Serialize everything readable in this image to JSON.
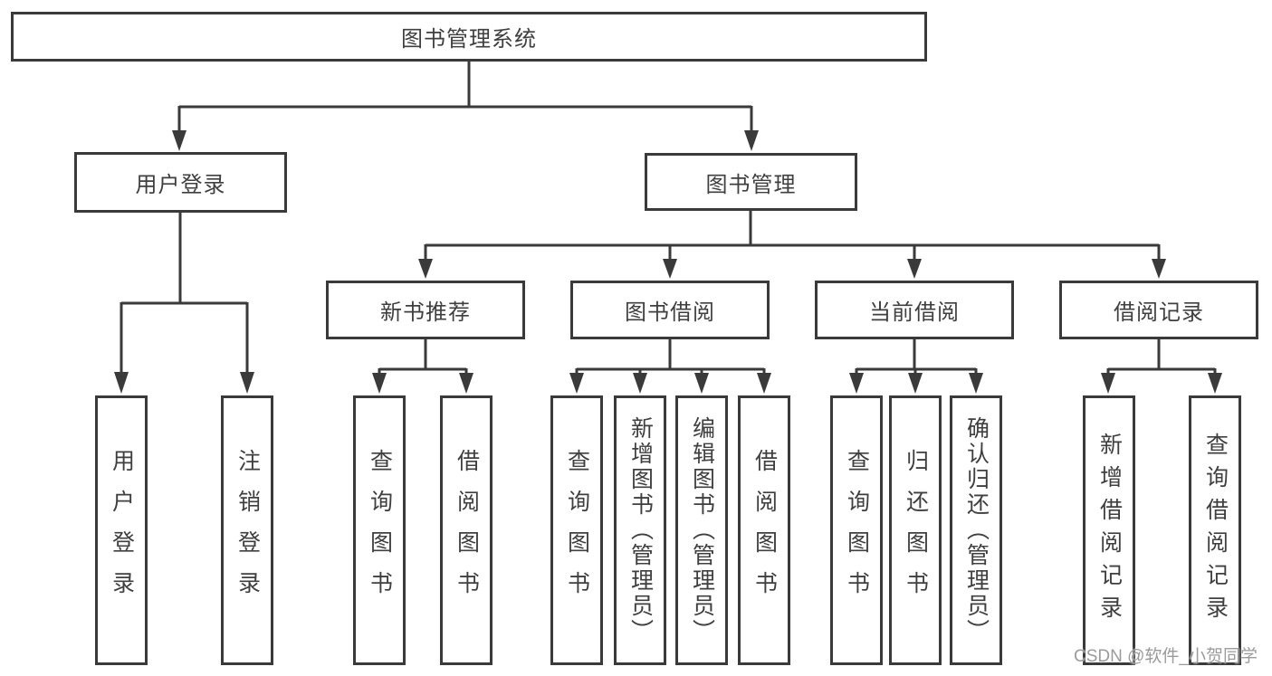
{
  "diagram": {
    "root": {
      "label": "图书管理系统"
    },
    "level2": {
      "user_login": {
        "label": "用户登录"
      },
      "book_management": {
        "label": "图书管理"
      }
    },
    "user_login_children": {
      "login": {
        "label": "用户登录"
      },
      "logout": {
        "label": "注销登录"
      }
    },
    "level3": {
      "new_book_recommend": {
        "label": "新书推荐"
      },
      "book_borrow": {
        "label": "图书借阅"
      },
      "current_borrow": {
        "label": "当前借阅"
      },
      "borrow_record": {
        "label": "借阅记录"
      }
    },
    "new_book_recommend_children": {
      "query_books": {
        "label": "查询图书"
      },
      "borrow_books": {
        "label": "借阅图书"
      }
    },
    "book_borrow_children": {
      "query_books": {
        "label": "查询图书"
      },
      "add_books": {
        "label": "新增图书（管理员）"
      },
      "edit_books": {
        "label": "编辑图书（管理员）"
      },
      "borrow_books": {
        "label": "借阅图书"
      }
    },
    "current_borrow_children": {
      "query_books": {
        "label": "查询图书"
      },
      "return_books": {
        "label": "归还图书"
      },
      "confirm_return": {
        "label": "确认归还（管理员）"
      }
    },
    "borrow_record_children": {
      "add_record": {
        "label": "新增借阅记录"
      },
      "query_record": {
        "label": "查询借阅记录"
      }
    }
  },
  "watermark": {
    "text": "CSDN @软件_小贺同学"
  },
  "colors": {
    "line": "#3a3a3a",
    "text": "#3f3f3f",
    "watermark": "#9b9b9b",
    "background": "#ffffff"
  }
}
